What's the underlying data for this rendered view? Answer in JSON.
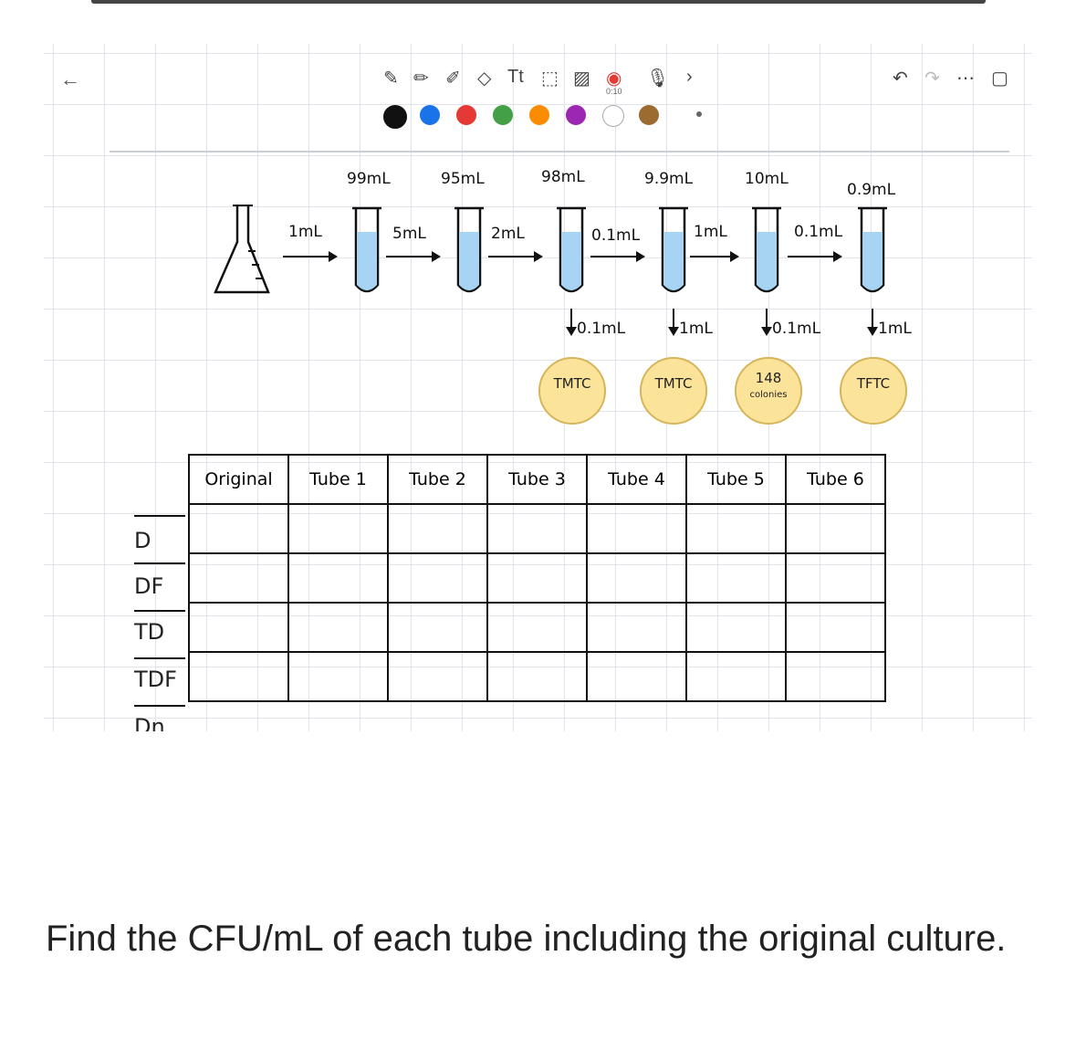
{
  "toolbar": {
    "back_icon": "←",
    "timer_label": "0:10",
    "colors": [
      "#111111",
      "#1a73e8",
      "#e53935",
      "#43a047",
      "#fb8c00",
      "#9c27b0",
      "#ffffff",
      "#9c6b30"
    ]
  },
  "drawing": {
    "volumes_top": [
      "99mL",
      "95mL",
      "98mL",
      "9.9mL",
      "10mL",
      "0.9mL"
    ],
    "transfer_labels": [
      "1mL",
      "5mL",
      "2mL",
      "0.1mL",
      "1mL",
      "0.1mL"
    ],
    "plate_volumes": [
      "0.1mL",
      "1mL",
      "0.1mL",
      "1mL"
    ],
    "plate_labels": [
      "TMTC",
      "TMTC",
      "148",
      "TFTC"
    ],
    "plate_sublabel": "colonies"
  },
  "table": {
    "headers": [
      "Original",
      "Tube 1",
      "Tube 2",
      "Tube 3",
      "Tube 4",
      "Tube 5",
      "Tube 6"
    ],
    "row_labels": [
      "D",
      "DF",
      "TD",
      "TDF",
      "Dn"
    ]
  },
  "question": "Find the CFU/mL of each tube including the original culture."
}
